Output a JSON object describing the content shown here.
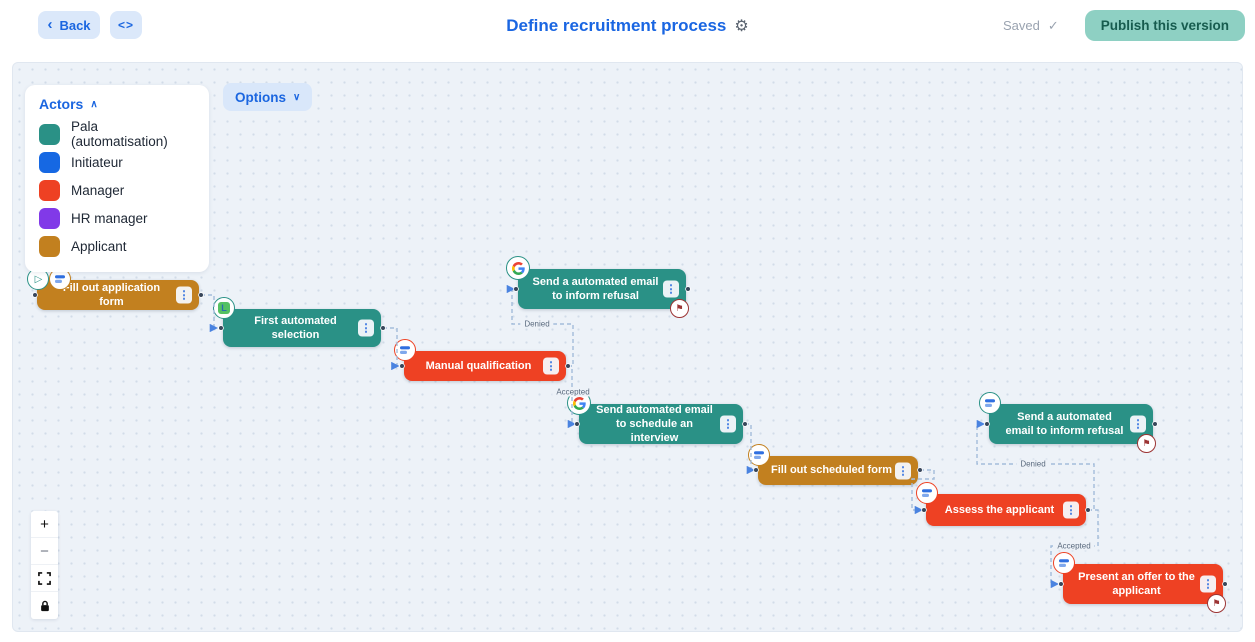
{
  "header": {
    "back_label": "Back",
    "code_toggle_label": "<>",
    "title": "Define recruitment process",
    "saved_label": "Saved",
    "publish_label": "Publish this version"
  },
  "icons": {
    "back_chevron": "‹",
    "gear": "⚙",
    "saved_check": "✓",
    "chevron_up": "∧",
    "chevron_down": "∨",
    "kebab_menu": "⋮",
    "play": "▷",
    "end_flag": "⚑",
    "app_l_letter": "L",
    "zoom_in": "+",
    "zoom_out": "−"
  },
  "canvas": {
    "options_label": "Options",
    "actors_panel": {
      "title": "Actors",
      "items": [
        {
          "label": "Pala (automatisation)",
          "color": "#2a9186"
        },
        {
          "label": "Initiateur",
          "color": "#1668e3"
        },
        {
          "label": "Manager",
          "color": "#ee4123"
        },
        {
          "label": "HR manager",
          "color": "#8139e8"
        },
        {
          "label": "Applicant",
          "color": "#c2801f"
        }
      ]
    },
    "nodes": [
      {
        "label": "Fill out application form",
        "color": "#c2801f",
        "badges": [
          "start-play",
          "form"
        ],
        "end_flag": false
      },
      {
        "label": "First automated selection",
        "color": "#2a9186",
        "badges": [
          "app-l"
        ],
        "end_flag": false
      },
      {
        "label": "Send a automated email to inform refusal",
        "color": "#2a9186",
        "badges": [
          "google"
        ],
        "end_flag": true
      },
      {
        "label": "Manual qualification",
        "color": "#ee4123",
        "badges": [
          "form"
        ],
        "end_flag": false
      },
      {
        "label": "Send automated email to schedule an interview",
        "color": "#2a9186",
        "badges": [
          "google"
        ],
        "end_flag": false
      },
      {
        "label": "Fill out scheduled form",
        "color": "#c2801f",
        "badges": [
          "form"
        ],
        "end_flag": false
      },
      {
        "label": "Assess the applicant",
        "color": "#ee4123",
        "badges": [
          "form"
        ],
        "end_flag": false
      },
      {
        "label": "Send a automated email to inform refusal",
        "color": "#2a9186",
        "badges": [
          "form"
        ],
        "end_flag": true
      },
      {
        "label": "Present an offer to the applicant",
        "color": "#ee4123",
        "badges": [
          "form"
        ],
        "end_flag": true
      }
    ],
    "edge_labels": [
      {
        "label": "Denied"
      },
      {
        "label": "Accepted"
      },
      {
        "label": "Denied"
      },
      {
        "label": "Accepted"
      }
    ]
  }
}
